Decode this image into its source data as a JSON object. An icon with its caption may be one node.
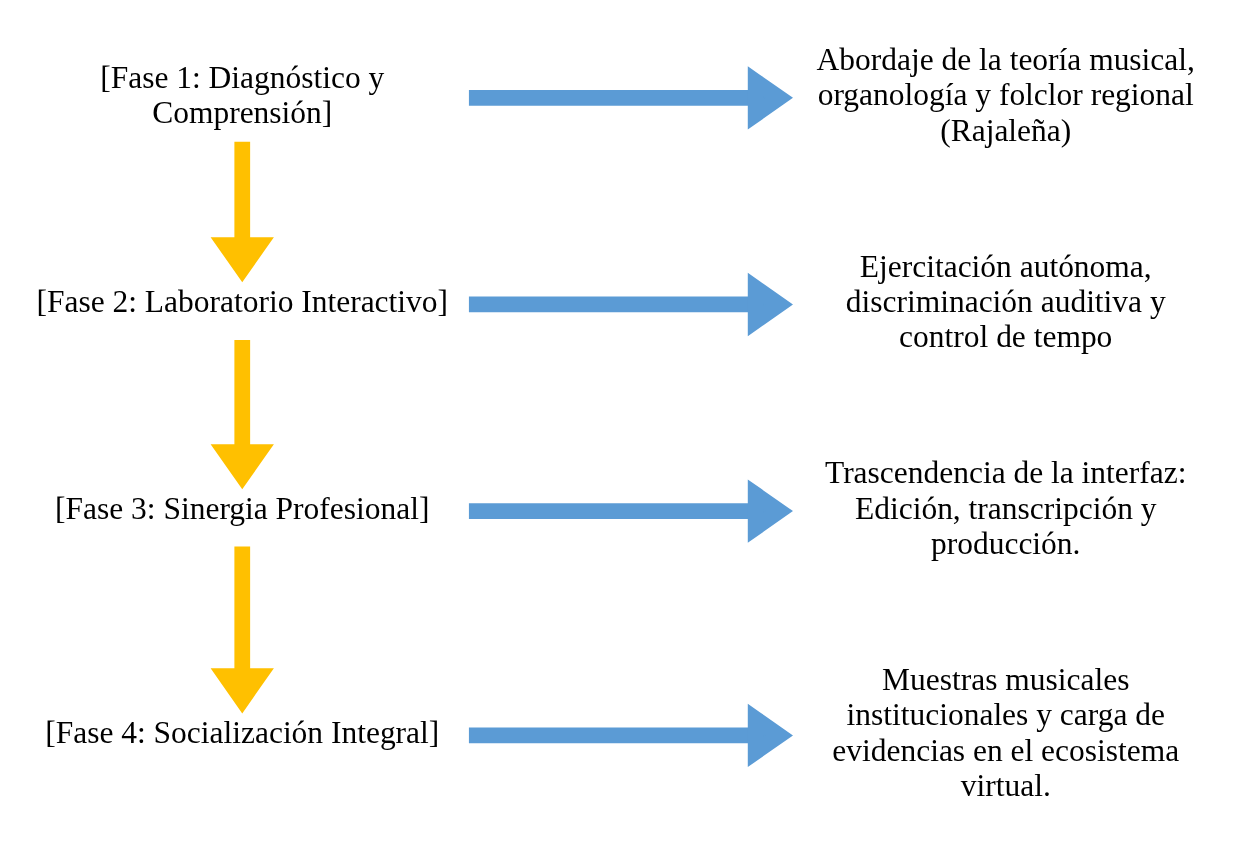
{
  "diagram": {
    "nodes": [
      {
        "text": [
          "[Fase 1: Diagnóstico y Comprensión]"
        ]
      },
      {
        "text": [
          "Abordaje de la teoría musical, organología y folclor regional (Rajaleña)"
        ]
      },
      {
        "text": [
          "[Fase 2: Laboratorio Interactivo]"
        ]
      },
      {
        "text": [
          "Ejercitación autónoma, discriminación auditiva y control de tempo"
        ]
      },
      {
        "text": [
          "[Fase 3: Sinergia Profesional]"
        ]
      },
      {
        "text": [
          "Trascendencia de la interfaz: Edición, transcripción y producción."
        ]
      },
      {
        "text": [
          "[Fase 4: Socialización Integral]"
        ]
      },
      {
        "text": [
          "Muestras musicales institucionales y carga de evidencias en el ecosistema virtual."
        ]
      }
    ],
    "edges": [
      {
        "from": 0,
        "to": 1,
        "arrow": "to"
      },
      {
        "from": 0,
        "to": 2,
        "arrow": "to",
        "color": "#ffc000"
      },
      {
        "from": 2,
        "to": 3,
        "arrow": "to"
      },
      {
        "from": 2,
        "to": 4,
        "arrow": "to",
        "color": "#ffc000"
      },
      {
        "from": 4,
        "to": 5,
        "arrow": "to"
      },
      {
        "from": 4,
        "to": 6,
        "arrow": "to",
        "color": "#ffc000"
      },
      {
        "from": 6,
        "to": 7,
        "arrow": "to"
      }
    ]
  }
}
